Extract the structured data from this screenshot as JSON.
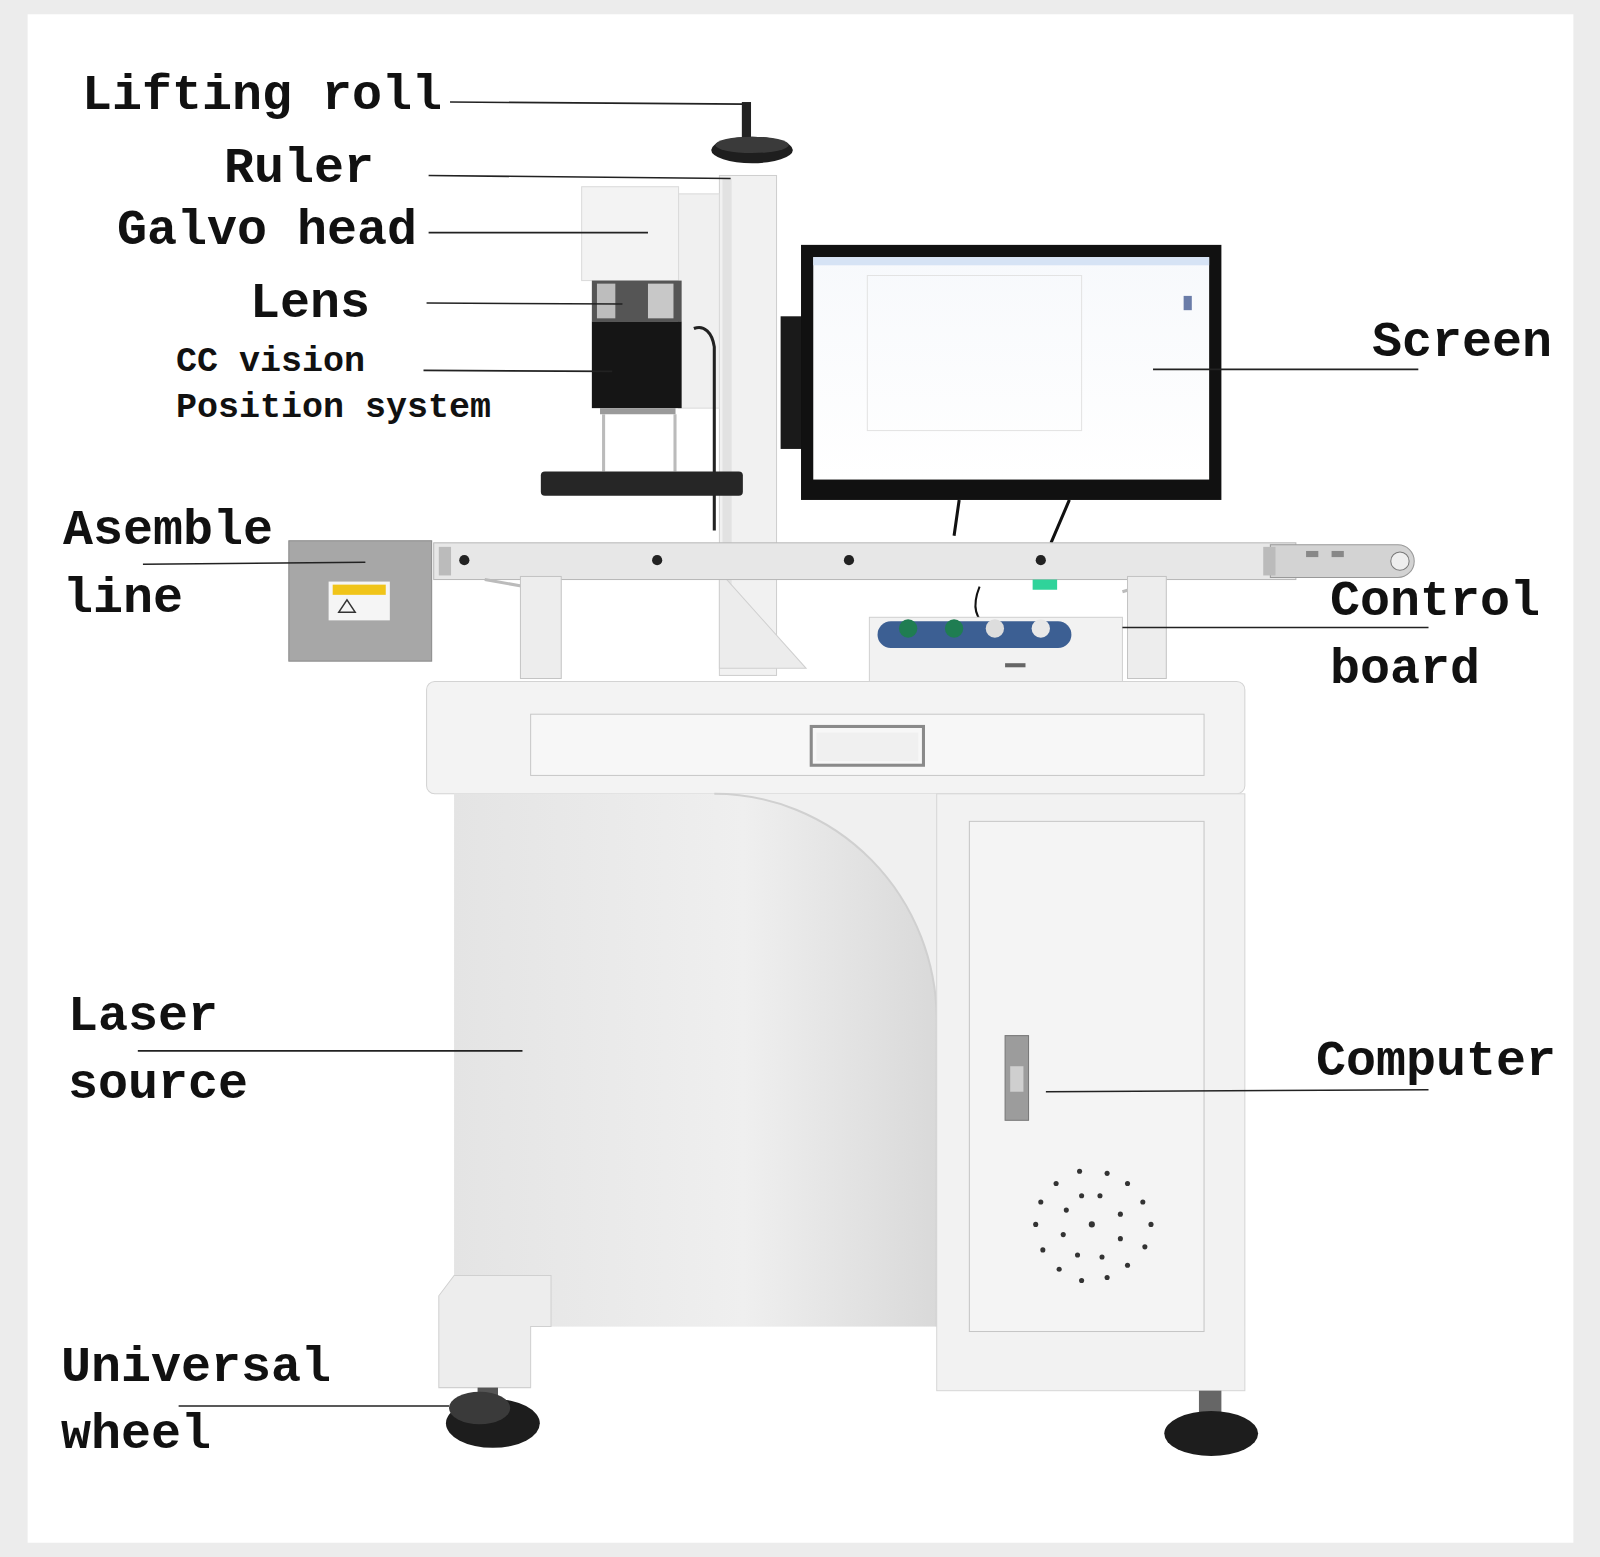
{
  "diagram": {
    "labels": [
      "Lifting roll",
      "Ruler",
      "Galvo head",
      "Lens",
      "CC vision Position system",
      "Asemble line",
      "Screen",
      "Control board",
      "Laser source",
      "Computer",
      "Universal wheel"
    ]
  }
}
